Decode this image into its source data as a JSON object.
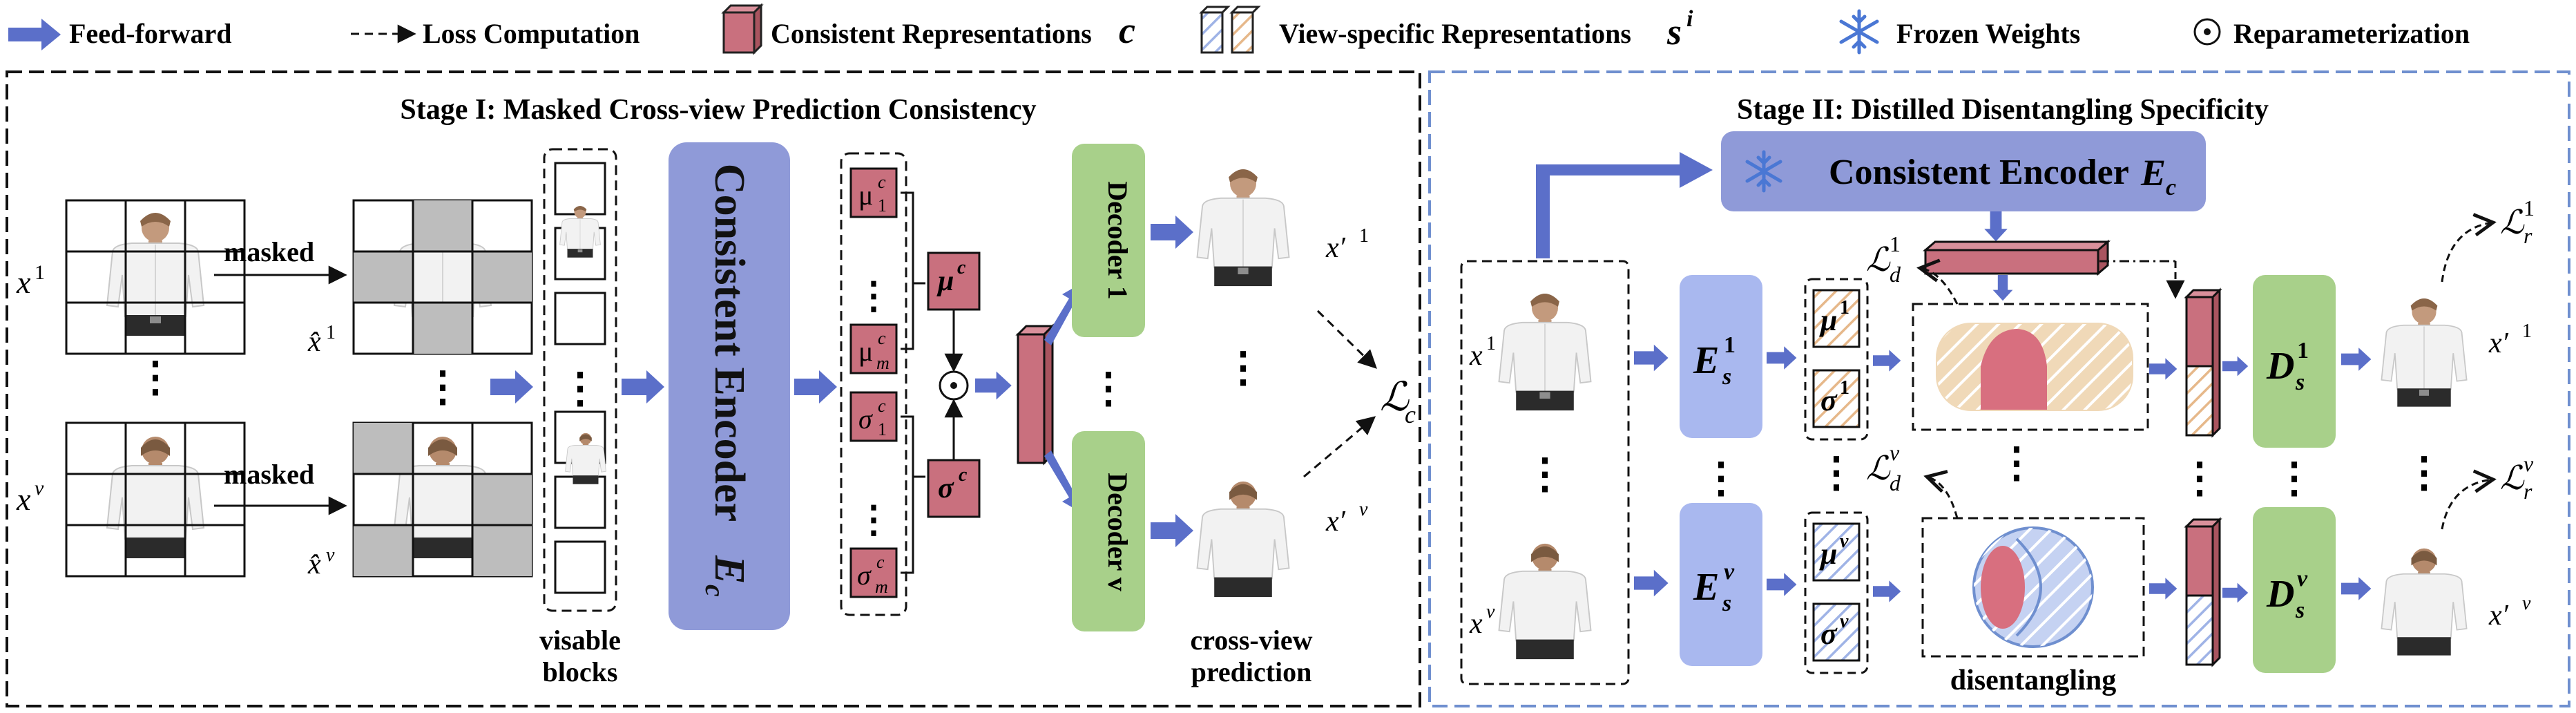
{
  "legend": {
    "feed_forward": "Feed-forward",
    "loss_computation": "Loss Computation",
    "consistent_repr": "Consistent  Representations",
    "consistent_symbol": "c",
    "view_specific_repr": "View-specific Representations",
    "view_specific_symbol": "s",
    "view_specific_sup": "i",
    "frozen_weights": "Frozen Weights",
    "reparameterization": "Reparameterization"
  },
  "stage1": {
    "title": "Stage I: Masked Cross-view Prediction Consistency",
    "input_view_1": "x",
    "input_view_1_sup": "1",
    "input_view_v": "x",
    "input_view_v_sup": "v",
    "masked_label_1": "masked",
    "masked_label_v": "masked",
    "masked_view_1": "x̂",
    "masked_view_1_sup": "1",
    "masked_view_v": "x̂",
    "masked_view_v_sup": "v",
    "visible_blocks_line1": "visable",
    "visible_blocks_line2": "blocks",
    "encoder_label": "Consistent Encoder",
    "encoder_symbol": "E",
    "encoder_sub": "c",
    "mu_1": "μ",
    "mu_1_sup": "c",
    "mu_1_sub": "1",
    "mu_m": "μ",
    "mu_m_sup": "c",
    "mu_m_sub": "m",
    "sigma_1": "σ",
    "sigma_1_sup": "c",
    "sigma_1_sub": "1",
    "sigma_m": "σ",
    "sigma_m_sup": "c",
    "sigma_m_sub": "m",
    "mu_c": "μ",
    "mu_c_sup": "c",
    "sigma_c": "σ",
    "sigma_c_sup": "c",
    "decoder_1": "Decoder 1",
    "decoder_v": "Decoder v",
    "output_1": "x′",
    "output_1_sup": "1",
    "output_v": "x′",
    "output_v_sup": "v",
    "loss_c": "ℒ",
    "loss_c_sub": "c",
    "cross_view_line1": "cross-view",
    "cross_view_line2": "prediction"
  },
  "stage2": {
    "title": "Stage II: Distilled Disentangling Specificity",
    "encoder_label": "Consistent Encoder",
    "encoder_symbol": "E",
    "encoder_sub": "c",
    "input_1": "x",
    "input_1_sup": "1",
    "input_v": "x",
    "input_v_sup": "v",
    "es_1": "E",
    "es_1_sub": "s",
    "es_1_sup": "1",
    "es_v": "E",
    "es_v_sub": "s",
    "es_v_sup": "v",
    "mu_1": "μ",
    "mu_1_sup": "1",
    "sigma_1": "σ",
    "sigma_1_sup": "1",
    "mu_v": "μ",
    "mu_v_sup": "v",
    "sigma_v": "σ",
    "sigma_v_sup": "v",
    "loss_d1": "ℒ",
    "loss_d1_sub": "d",
    "loss_d1_sup": "1",
    "loss_dv": "ℒ",
    "loss_dv_sub": "d",
    "loss_dv_sup": "v",
    "ds_1": "D",
    "ds_1_sub": "s",
    "ds_1_sup": "1",
    "ds_v": "D",
    "ds_v_sub": "s",
    "ds_v_sup": "v",
    "output_1": "x′",
    "output_1_sup": "1",
    "output_v": "x′",
    "output_v_sup": "v",
    "loss_r1": "ℒ",
    "loss_r1_sub": "r",
    "loss_r1_sup": "1",
    "loss_rv": "ℒ",
    "loss_rv_sub": "r",
    "loss_rv_sup": "v",
    "disentangling": "disentangling"
  },
  "colors": {
    "arrow": "#5b6fc9",
    "consistent": "#c9707e",
    "encoder": "#8f9ad8",
    "decoder": "#a8d08a",
    "es_block": "#a9b8ef",
    "frozen": "#4a77d4",
    "pink_blob": "#d86f7f",
    "beige": "#f0d9b8",
    "hatch_orange": "#e6b88a",
    "hatch_blue": "#9fb3e6"
  },
  "icons": {
    "frozen": "snowflake-icon",
    "reparam": "reparameterization-circle-icon",
    "person": "person-photo-icon"
  }
}
